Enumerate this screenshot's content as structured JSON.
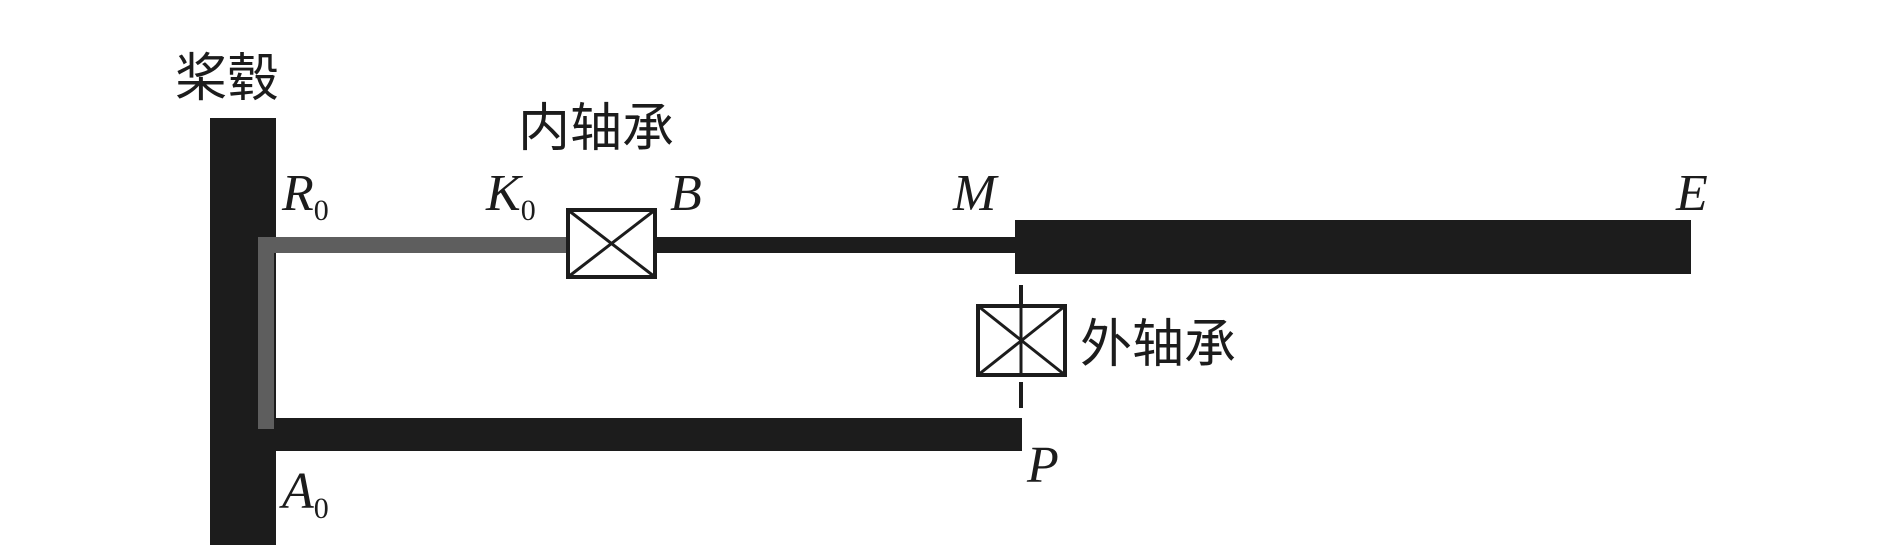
{
  "labels": {
    "hub": "桨毂",
    "inner_bearing": "内轴承",
    "outer_bearing": "外轴承"
  },
  "points": {
    "R": {
      "letter": "R",
      "subscript": "0"
    },
    "K": {
      "letter": "K",
      "subscript": "0"
    },
    "B": {
      "letter": "B"
    },
    "M": {
      "letter": "M"
    },
    "E": {
      "letter": "E"
    },
    "P": {
      "letter": "P"
    },
    "A": {
      "letter": "A",
      "subscript": "0"
    }
  },
  "colors": {
    "structure": "#1c1c1c",
    "flex_beam": "#5e5e5e",
    "background": "#ffffff"
  }
}
